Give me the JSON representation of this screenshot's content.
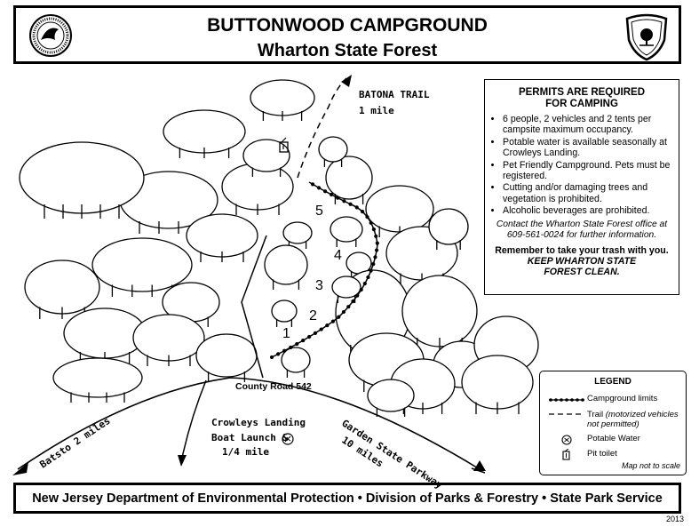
{
  "header": {
    "title": "BUTTONWOOD CAMPGROUND",
    "subtitle": "Wharton State Forest",
    "left_seal_icon": "nj-environmental-protection-seal-icon",
    "right_badge_icon": "division-of-parks-and-forestry-badge-icon"
  },
  "map": {
    "trail_label_line1": "BATONA TRAIL",
    "trail_label_line2": "1 mile",
    "road_label": "County Road 542",
    "left_road_label": "Batsto 2 miles",
    "boat_line1": "Crowleys Landing",
    "boat_line2": "Boat Launch &",
    "boat_line3": "1/4 mile",
    "parkway_line1": "Garden State Parkway",
    "parkway_line2": "10 miles",
    "sites": [
      "1",
      "2",
      "3",
      "4",
      "5"
    ],
    "pit_toilet_icon": "pit-toilet-icon",
    "water_icon": "potable-water-icon"
  },
  "permits": {
    "title_line1": "PERMITS ARE REQUIRED",
    "title_line2": "FOR CAMPING",
    "items": [
      "6 people, 2 vehicles and 2 tents per campsite maximum occupancy.",
      "Potable water is available seasonally at Crowleys Landing.",
      "Pet Friendly Campground.  Pets  must be registered.",
      "Cutting and/or damaging trees and vegetation is prohibited.",
      "Alcoholic beverages are prohibited."
    ],
    "contact": "Contact the Wharton State Forest office at 609-561-0024 for further information.",
    "trash": "Remember to take your trash with you.",
    "keep_line1": "KEEP WHARTON STATE",
    "keep_line2": "FOREST CLEAN."
  },
  "legend": {
    "title": "LEGEND",
    "campground_limits": "Campground limits",
    "trail_text": "Trail",
    "trail_note": "(motorized vehicles not permitted)",
    "potable_water": "Potable Water",
    "pit_toilet": "Pit toilet",
    "note": "Map not to scale"
  },
  "footer": {
    "text": "New Jersey Department of Environmental Protection • Division of Parks & Forestry • State Park Service",
    "year": "2013"
  }
}
